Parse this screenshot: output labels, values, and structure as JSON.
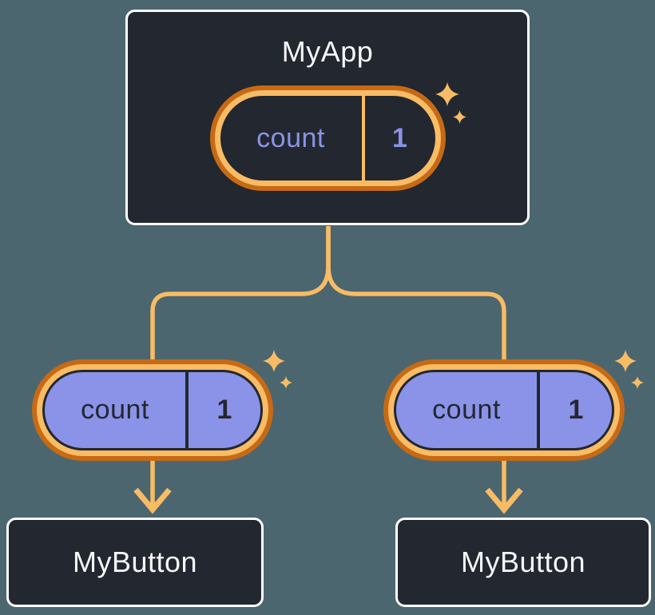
{
  "diagram": {
    "description": "React state tree: MyApp passes count state down to two MyButton children",
    "colors": {
      "background": "#4C6670",
      "node_fill": "#23272F",
      "node_border": "#FFFFFF",
      "accent_light_orange": "#F8BC64",
      "accent_dark_orange": "#C76A15",
      "periwinkle": "#8A93E8",
      "text_light": "#F6F7F9",
      "text_dark": "#23272F"
    },
    "root": {
      "title": "MyApp",
      "state": {
        "label": "count",
        "value": "1"
      }
    },
    "children": [
      {
        "title": "MyButton",
        "prop": {
          "label": "count",
          "value": "1"
        }
      },
      {
        "title": "MyButton",
        "prop": {
          "label": "count",
          "value": "1"
        }
      }
    ]
  }
}
